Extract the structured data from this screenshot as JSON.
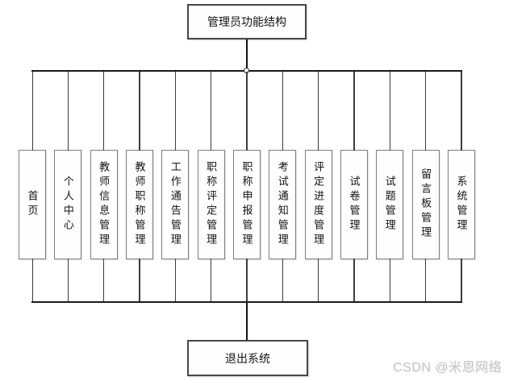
{
  "diagram": {
    "title": "管理员功能结构",
    "root": {
      "label": "管理员功能结构"
    },
    "children": [
      {
        "label": "首页"
      },
      {
        "label": "个人中心"
      },
      {
        "label": "教师信息管理"
      },
      {
        "label": "教师职称管理"
      },
      {
        "label": "工作通告管理"
      },
      {
        "label": "职称评定管理"
      },
      {
        "label": "职称申报管理"
      },
      {
        "label": "考试通知管理"
      },
      {
        "label": "评定进度管理"
      },
      {
        "label": "试卷管理"
      },
      {
        "label": "试题管理"
      },
      {
        "label": "留言板管理"
      },
      {
        "label": "系统管理"
      }
    ],
    "footer": {
      "label": "退出系统"
    }
  },
  "watermark": {
    "text": "CSDN @米恩网络"
  },
  "colors": {
    "background": "#ffffff",
    "line": "#1a1a1a",
    "root_border": "#474747",
    "child_border": "#7d7d7d",
    "text": "#141414",
    "watermark": "#c6c6c6"
  }
}
